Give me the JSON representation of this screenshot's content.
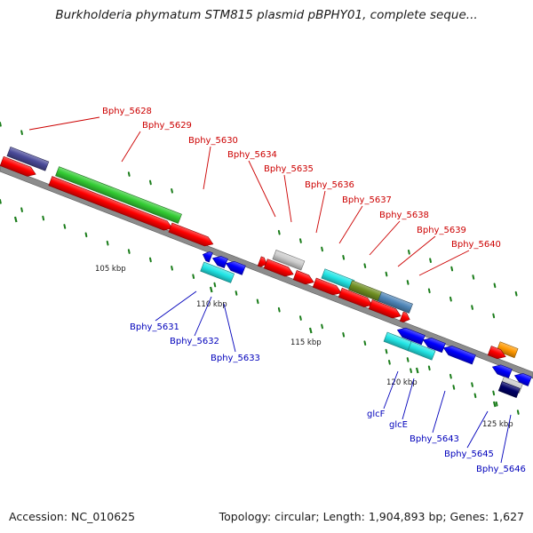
{
  "title": "Burkholderia phymatum STM815 plasmid pBPHY01, complete seque...",
  "accession": "Accession: NC_010625",
  "topology": "Topology: circular; Length: 1,904,893 bp; Genes: 1,627",
  "colors": {
    "backbone": "#8c8c8c",
    "tick": "#1b7d1b",
    "forward_label": "#cc0000",
    "reverse_label": "#0000bb",
    "red": "#ff0000",
    "green": "#33cc33",
    "purple": "#4a4a99",
    "gray": "#cccccc",
    "cyan": "#22e5e5",
    "olive": "#6f8f22",
    "steelblue": "#4f86b8",
    "orange": "#ff9900",
    "blue": "#0000ff",
    "navy": "#000066"
  },
  "scale_labels": [
    "105 kbp",
    "110 kbp",
    "115 kbp",
    "120 kbp",
    "125 kbp"
  ],
  "forward_gene_labels": [
    "Bphy_5628",
    "Bphy_5629",
    "Bphy_5630",
    "Bphy_5634",
    "Bphy_5635",
    "Bphy_5636",
    "Bphy_5637",
    "Bphy_5638",
    "Bphy_5639",
    "Bphy_5640"
  ],
  "reverse_gene_labels": [
    "Bphy_5631",
    "Bphy_5632",
    "Bphy_5633",
    "glcF",
    "glcE",
    "Bphy_5643",
    "Bphy_5645",
    "Bphy_5646"
  ]
}
